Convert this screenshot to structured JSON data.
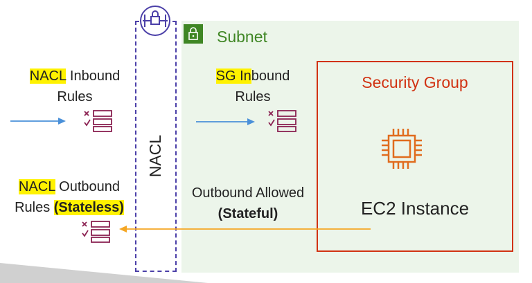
{
  "subnet": {
    "title": "Subnet",
    "lock_icon": "lock-icon",
    "color": "#3f8624",
    "background": "#ecf5ea"
  },
  "nacl": {
    "label": "NACL",
    "icon": "nacl-icon",
    "border_color": "#4b3fa8"
  },
  "nacl_inbound": {
    "highlight": "NACL",
    "line1_rest": " Inbound",
    "line2": "Rules"
  },
  "nacl_outbound": {
    "highlight": "NACL",
    "line1_rest": " Outbound",
    "line2_plain": "Rules ",
    "line2_bold": "(Stateless)"
  },
  "sg_inbound": {
    "highlight": "SG In",
    "line1_rest": "bound",
    "line2": "Rules"
  },
  "outbound_allowed": {
    "line1": "Outbound Allowed",
    "line2": "(Stateful)"
  },
  "security_group": {
    "title": "Security Group",
    "color": "#d13212"
  },
  "ec2": {
    "label": "EC2 Instance",
    "icon": "ec2-chip-icon",
    "color": "#e06c1e"
  },
  "colors": {
    "inbound_arrow": "#4a90d9",
    "outbound_arrow": "#f5a623",
    "rules_icon": "#8b2252",
    "highlight": "#fff200"
  }
}
